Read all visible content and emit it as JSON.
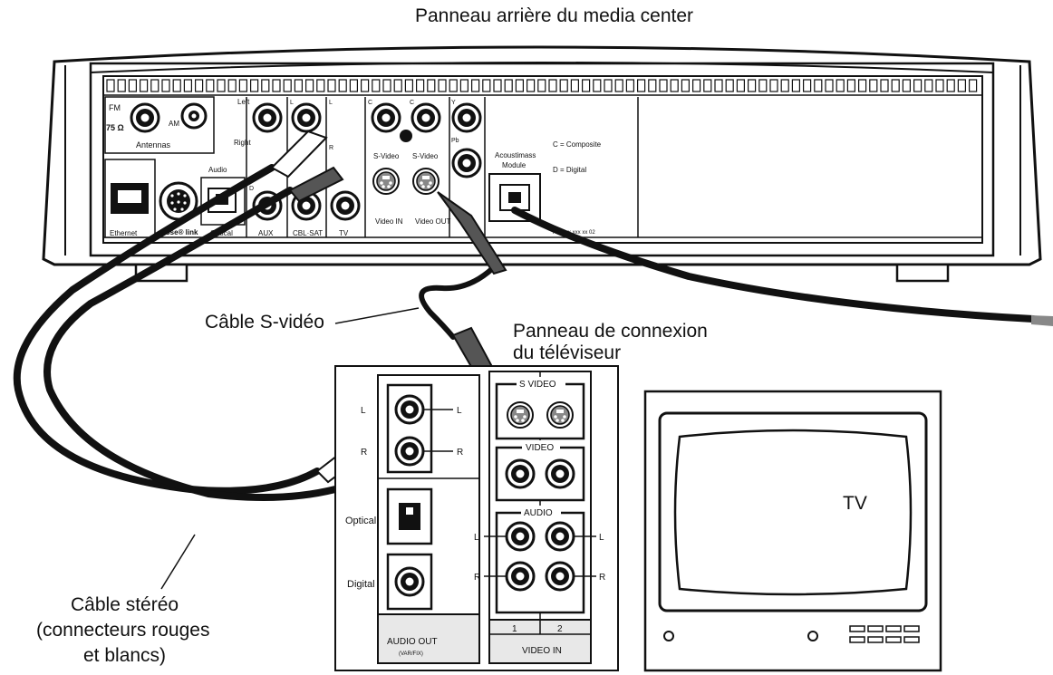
{
  "callouts": {
    "rear_panel_title": "Panneau arrière du media center",
    "svideo_cable": "Câble S-vidéo",
    "tv_panel_line1": "Panneau de connexion",
    "tv_panel_line2": "du téléviseur",
    "stereo_line1": "Câble stéréo",
    "stereo_line2": "(connecteurs rouges",
    "stereo_line3": "et blancs)",
    "tv_label": "TV"
  },
  "media_center": {
    "antennas": "Antennas",
    "fm": "FM",
    "fm_ohm": "75 Ω",
    "am": "AM",
    "left": "Left",
    "right": "Right",
    "audio": "Audio",
    "ethernet": "Ethernet",
    "link": "Bose® link",
    "optical": "Optical",
    "aux": "AUX",
    "cbl_sat": "CBL·SAT",
    "tv": "TV",
    "svideo": "S-Video",
    "video_in": "Video IN",
    "video_out": "Video OUT",
    "y": "Y",
    "pb": "Pb",
    "c": "C",
    "d": "D",
    "l": "L",
    "r": "R",
    "acoustimass_line1": "Acoustimass",
    "acoustimass_line2": "Module",
    "legend_c": "C = Composite",
    "legend_d": "D = Digital",
    "model_code": "AM 2xx xxx xx 02"
  },
  "tv_panel": {
    "l": "L",
    "r": "R",
    "optical": "Optical",
    "digital": "Digital",
    "audio_out": "AUDIO OUT",
    "audio_out_sub": "(VAR/FIX)",
    "s_video": "S VIDEO",
    "video": "VIDEO",
    "audio": "AUDIO",
    "col1": "1",
    "col2": "2",
    "video_in": "VIDEO IN"
  },
  "icons": [
    "rca-jack-icon",
    "svideo-jack-icon",
    "optical-port-icon",
    "ethernet-port-icon",
    "rca-plug-icon",
    "svideo-plug-icon",
    "tv-button-icon"
  ]
}
